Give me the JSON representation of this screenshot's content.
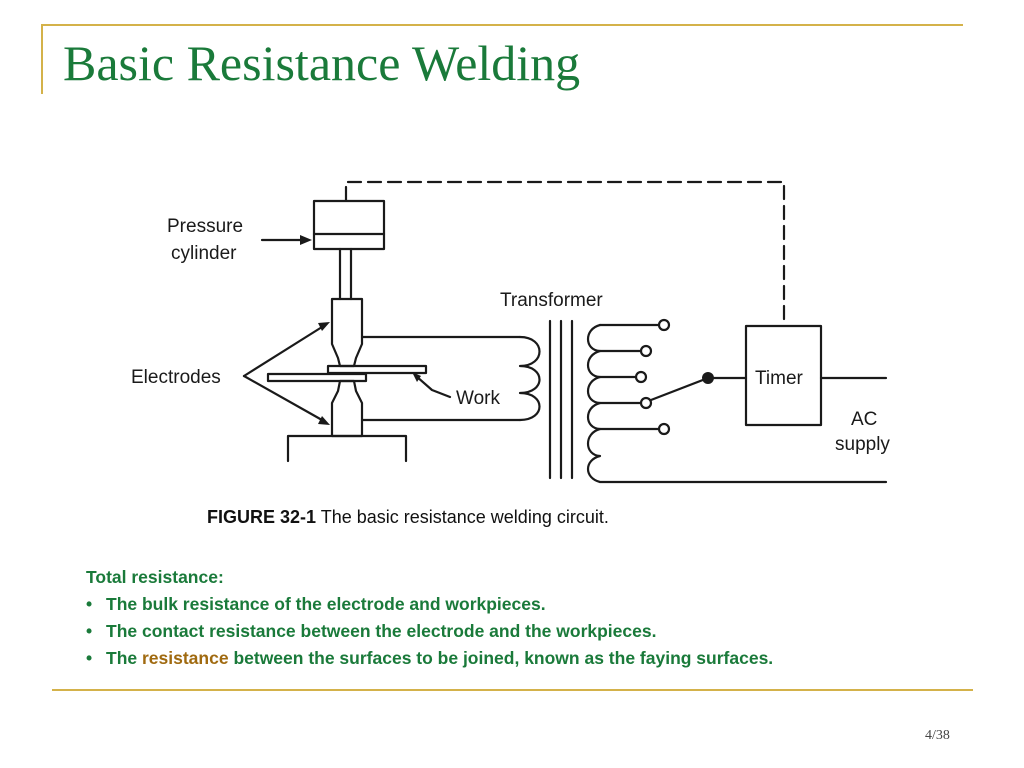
{
  "slide": {
    "title": "Basic Resistance Welding",
    "page_number": "4/38"
  },
  "diagram": {
    "labels": {
      "pressure_cylinder_line1": "Pressure",
      "pressure_cylinder_line2": "cylinder",
      "transformer": "Transformer",
      "electrodes": "Electrodes",
      "work": "Work",
      "timer": "Timer",
      "ac_supply_line1": "AC",
      "ac_supply_line2": "supply"
    },
    "caption": {
      "figure_number": "FIGURE 32-1",
      "text": "The basic resistance welding circuit."
    }
  },
  "notes": {
    "heading": "Total resistance:",
    "bullet": "•",
    "items": [
      {
        "text": "The bulk resistance of the electrode and workpieces."
      },
      {
        "text": "The contact resistance between the electrode and the workpieces."
      },
      {
        "before": "The ",
        "highlight": "resistance",
        "after": " between the surfaces to be joined, known as the faying surfaces."
      }
    ]
  },
  "colors": {
    "title_green": "#1a7a3a",
    "accent_gold": "#d4b24a",
    "highlight_brown": "#a06a10"
  }
}
